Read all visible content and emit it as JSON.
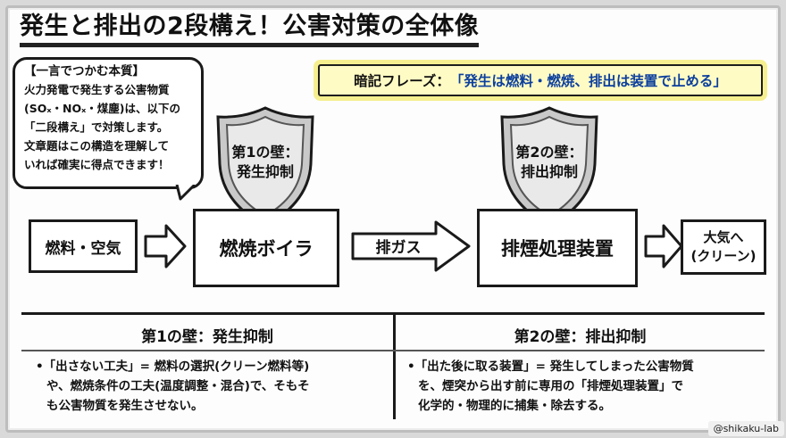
{
  "title": "発生と排出の2段構え！公害対策の全体像",
  "bubble": {
    "heading": "【一言でつかむ本質】",
    "lines": [
      "火力発電で発生する公害物質",
      "(SOₓ・NOₓ・煤塵)は、以下の",
      "「二段構え」で対策します。",
      "文章題はこの構造を理解して",
      "いれば確実に得点できます！"
    ]
  },
  "phrase": {
    "label": "暗記フレーズ：",
    "quote": "「発生は燃料・燃焼、排出は装置で止める」"
  },
  "flow": {
    "input": "燃料・空気",
    "boiler": "燃焼ボイラ",
    "gas": "排ガス",
    "treatment": "排煙処理装置",
    "output_line1": "大気へ",
    "output_line2": "(クリーン)"
  },
  "walls": {
    "first_line1": "第1の壁：",
    "first_line2": "発生抑制",
    "second_line1": "第2の壁：",
    "second_line2": "排出抑制"
  },
  "table": {
    "left": {
      "heading": "第1の壁：発生抑制",
      "lines": [
        "•「出さない工夫」= 燃料の選択(クリーン燃料等)",
        "や、燃焼条件の工夫(温度調整・混合)で、そもそ",
        "も公害物質を発生させない。"
      ]
    },
    "right": {
      "heading": "第2の壁：排出抑制",
      "lines": [
        "•「出た後に取る装置」= 発生してしまった公害物質",
        "を、煙突から出す前に専用の「排煙処理装置」で",
        "化学的・物理的に捕集・除去する。"
      ]
    }
  },
  "credit": "@shikaku-lab",
  "colors": {
    "accent_blue": "#0b3f9e",
    "highlight": "#fffbc4"
  }
}
